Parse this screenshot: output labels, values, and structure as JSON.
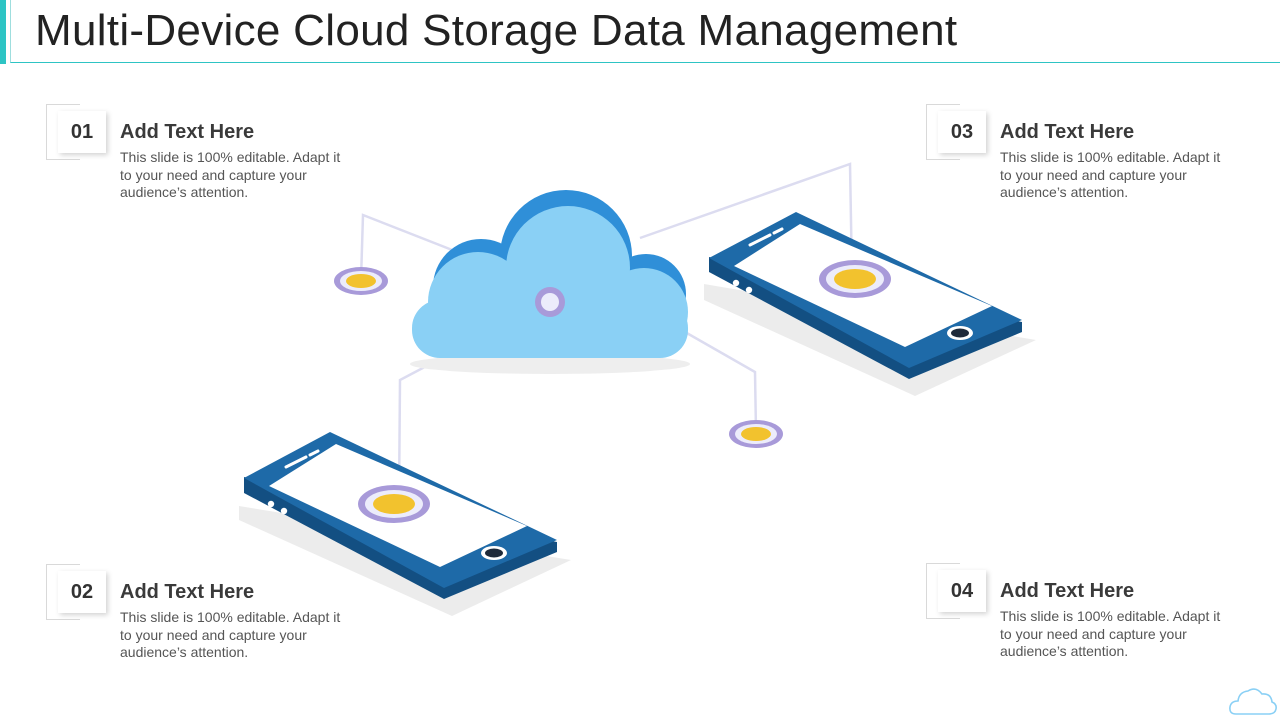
{
  "header": {
    "title": "Multi-Device Cloud Storage Data Management"
  },
  "items": [
    {
      "number": "01",
      "heading": "Add Text Here",
      "description": "This slide is 100% editable. Adapt it to your need and capture your audience’s attention."
    },
    {
      "number": "02",
      "heading": "Add Text Here",
      "description": "This slide is 100% editable. Adapt it to your need and capture your audience’s attention."
    },
    {
      "number": "03",
      "heading": "Add Text Here",
      "description": "This slide is 100% editable. Adapt it to your need and capture your audience’s attention."
    },
    {
      "number": "04",
      "heading": "Add Text Here",
      "description": "This slide is 100% editable. Adapt it to your need and capture your audience’s attention."
    }
  ],
  "colors": {
    "accent": "#2ec4c4",
    "cloud": "#8ad0f5",
    "cloud_dark": "#2f8fd8",
    "phone_body": "#1e6aa8",
    "phone_edge": "#134f82",
    "node_ring": "#a89ad9",
    "node_fill": "#f2c22e"
  }
}
